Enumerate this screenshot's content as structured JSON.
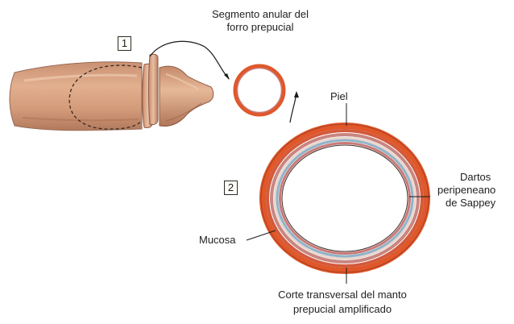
{
  "labels": {
    "segment_line1": "Segmento anular del",
    "segment_line2": "forro prepucial",
    "piel": "Piel",
    "dartos_line1": "Dartos",
    "dartos_line2": "peripeneano",
    "dartos_line3": "de Sappey",
    "mucosa": "Mucosa",
    "corte_line1": "Corte transversal del manto",
    "corte_line2": "prepucial amplificado"
  },
  "steps": {
    "step1": "1",
    "step2": "2"
  },
  "colors": {
    "skin": "#d9a07c",
    "skin_shadow": "#b9805e",
    "skin_light": "#f1c7a6",
    "ring_outer": "#e0572a",
    "ring_mid": "#c97a78",
    "dartos": "#8fb3c8",
    "line": "#1a1a1a"
  }
}
